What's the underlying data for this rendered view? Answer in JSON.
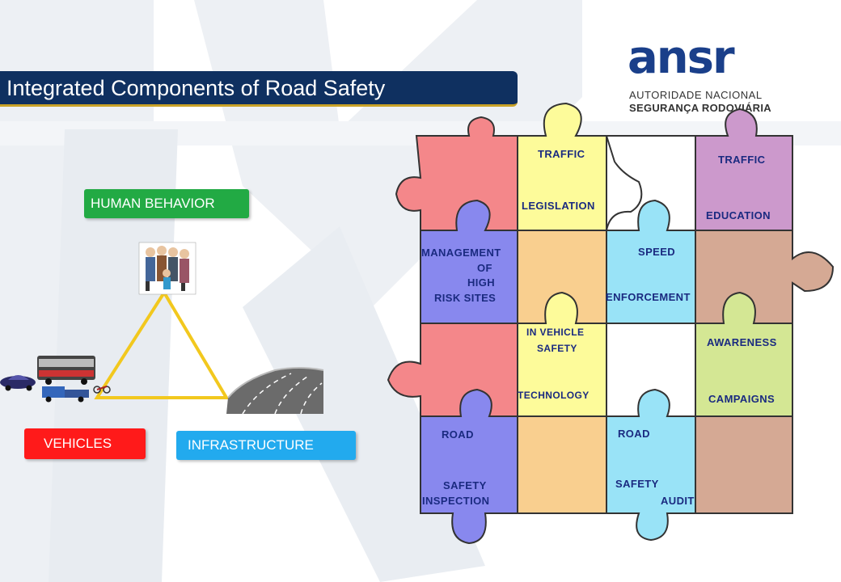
{
  "slide": {
    "title": "Integrated Components of Road Safety"
  },
  "logo": {
    "mark": "ansr",
    "line1": "AUTORIDADE NACIONAL",
    "line2": "SEGURANÇA RODOVIÁRIA"
  },
  "triangle": {
    "human_behavior": "HUMAN BEHAVIOR",
    "vehicles": "VEHICLES",
    "infrastructure": "INFRASTRUCTURE"
  },
  "puzzle": {
    "traffic_1": "TRAFFIC",
    "legislation": "LEGISLATION",
    "traffic_2": "TRAFFIC",
    "education": "EDUCATION",
    "management": "MANAGEMENT",
    "of": "OF",
    "high": "HIGH",
    "risk_sites": "RISK SITES",
    "speed": "SPEED",
    "enforcement": "ENFORCEMENT",
    "in_vehicle": "IN VEHICLE",
    "safety_1": "SAFETY",
    "technology": "TECHNOLOGY",
    "awareness": "AWARENESS",
    "campaigns": "CAMPAIGNS",
    "road_1": "ROAD",
    "safety_2": "SAFETY",
    "inspection": "INSPECTION",
    "road_2": "ROAD",
    "safety_3": "SAFETY",
    "audit": "AUDIT"
  },
  "colors": {
    "title_bg": "#0f3060",
    "logo": "#1a3f8a",
    "human": "#22aa44",
    "vehicles": "#ff1a1a",
    "infrastructure": "#22aaee",
    "triangle": "#f2c81e",
    "piece_red": "#f4878a",
    "piece_yellow": "#fdfb9a",
    "piece_purple": "#cc99cc",
    "piece_blue": "#8888ee",
    "piece_orange": "#f9cf8f",
    "piece_cyan": "#99e3f7",
    "piece_brown": "#d5a994",
    "piece_green": "#d4e794",
    "piece_label": "#1a2a80"
  }
}
